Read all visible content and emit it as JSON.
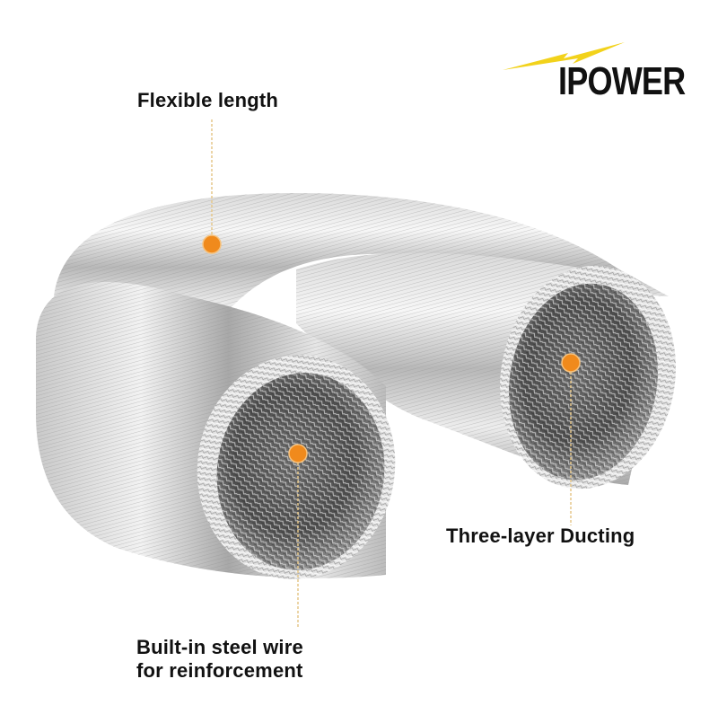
{
  "brand": {
    "logo_text": "IPOWER",
    "bolt_color": "#F2D21B",
    "text_color": "#111111"
  },
  "annotations": [
    {
      "id": "flexible-length",
      "text": "Flexible length",
      "dot": [
        236,
        272
      ]
    },
    {
      "id": "three-layer-ducting",
      "text": "Three-layer Ducting",
      "dot": [
        636,
        404
      ]
    },
    {
      "id": "steel-wire",
      "lines": [
        "Built-in steel wire",
        "for reinforcement"
      ],
      "dot": [
        332,
        505
      ]
    }
  ],
  "colors": {
    "marker": "#F08A1C",
    "leader_line": "#E6C78A",
    "foil_light": "#EDEDED",
    "foil_mid": "#BDBDBD",
    "foil_dark": "#5E5E5E"
  }
}
